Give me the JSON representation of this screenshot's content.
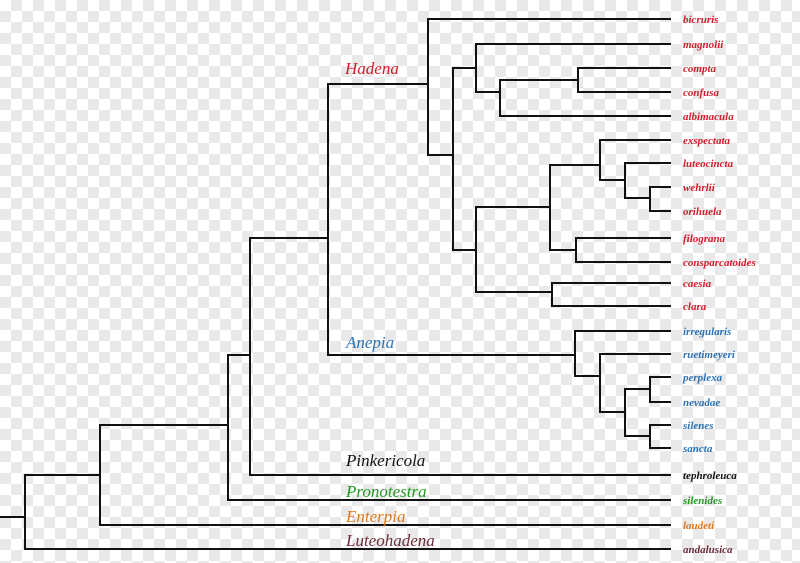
{
  "colors": {
    "hadena": "#d41c2c",
    "anepia": "#2a73b6",
    "pinkericola": "#111111",
    "pronotestra": "#229a22",
    "enterpia": "#e0781c",
    "luteohadena": "#6b2d3a",
    "edge": "#111111"
  },
  "clades": {
    "hadena": "Hadena",
    "anepia": "Anepia",
    "pinkericola": "Pinkericola",
    "pronotestra": "Pronotestra",
    "enterpia": "Enterpia",
    "luteohadena": "Luteohadena"
  },
  "taxa": {
    "bicruris": "bicruris",
    "magnolii": "magnolii",
    "compta": "compta",
    "confusa": "confusa",
    "albimacula": "albimacula",
    "exspectata": "exspectata",
    "luteocincta": "luteocincta",
    "wehrlii": "wehrlii",
    "orihuela": "orihuela",
    "filograna": "filograna",
    "consparcatoides": "consparcatoides",
    "caesia": "caesia",
    "clara": "clara",
    "irregularis": "irregularis",
    "ruetimeyeri": "ruetimeyeri",
    "perplexa": "perplexa",
    "nevadae": "nevadae",
    "silenes": "silenes",
    "sancta": "sancta",
    "tephroleuca": "tephroleuca",
    "silenides": "silenides",
    "laudeti": "laudeti",
    "andalusica": "andalusica"
  }
}
